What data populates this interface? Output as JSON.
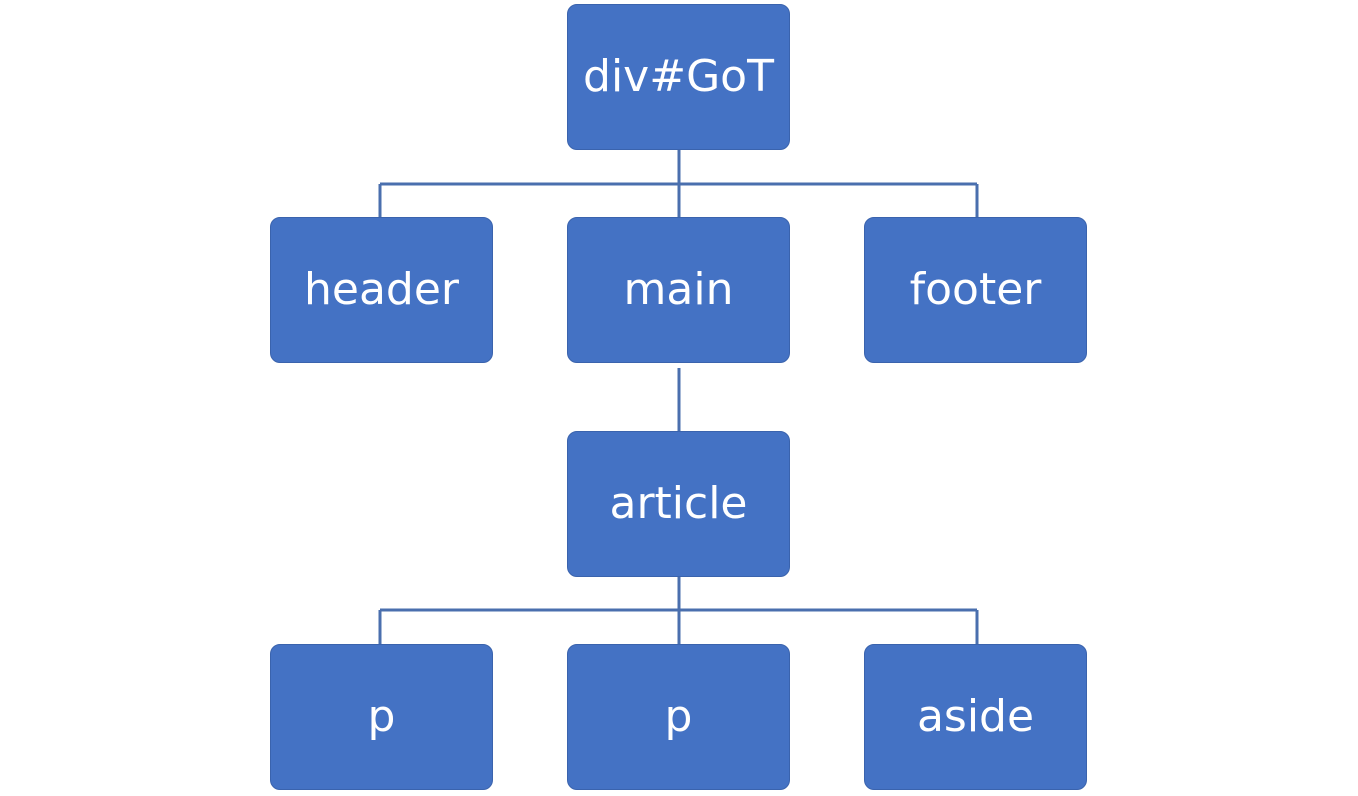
{
  "diagram": {
    "colors": {
      "node_fill": "#4472c4",
      "node_text": "#ffffff",
      "connector": "#4a6fae"
    },
    "nodes": {
      "root": "div#GoT",
      "header": "header",
      "main": "main",
      "footer": "footer",
      "article": "article",
      "p1": "p",
      "p2": "p",
      "aside": "aside"
    },
    "edges": [
      [
        "root",
        "header"
      ],
      [
        "root",
        "main"
      ],
      [
        "root",
        "footer"
      ],
      [
        "main",
        "article"
      ],
      [
        "article",
        "p1"
      ],
      [
        "article",
        "p2"
      ],
      [
        "article",
        "aside"
      ]
    ]
  }
}
